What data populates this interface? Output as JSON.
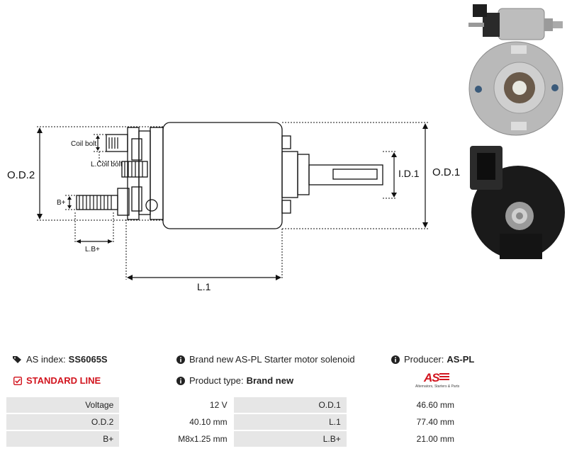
{
  "drawing": {
    "labels": {
      "od2": "O.D.2",
      "od1": "O.D.1",
      "id1": "I.D.1",
      "l1": "L.1",
      "lbplus": "L.B+",
      "bplus": "B+",
      "coil_bolt": "Coil bolt",
      "l_coil_bolt": "L.Coil bolt"
    }
  },
  "info": {
    "as_index_label": "AS index:",
    "as_index_value": "SS6065S",
    "standard_line": "STANDARD LINE",
    "description": "Brand new AS-PL Starter motor solenoid",
    "product_type_label": "Product type:",
    "product_type_value": "Brand new",
    "producer_label": "Producer:",
    "producer_value": "AS-PL"
  },
  "logo": {
    "mark": "AS",
    "tagline": "Alternators, Starters & Parts"
  },
  "specs": [
    {
      "k1": "Voltage",
      "v1": "12 V",
      "k2": "O.D.1",
      "v2": "46.60 mm"
    },
    {
      "k1": "O.D.2",
      "v1": "40.10 mm",
      "k2": "L.1",
      "v2": "77.40 mm"
    },
    {
      "k1": "B+",
      "v1": "M8x1.25  mm",
      "k2": "L.B+",
      "v2": "21.00 mm"
    }
  ],
  "colors": {
    "accent": "#d2141e",
    "table_key_bg": "#e6e6e6"
  }
}
